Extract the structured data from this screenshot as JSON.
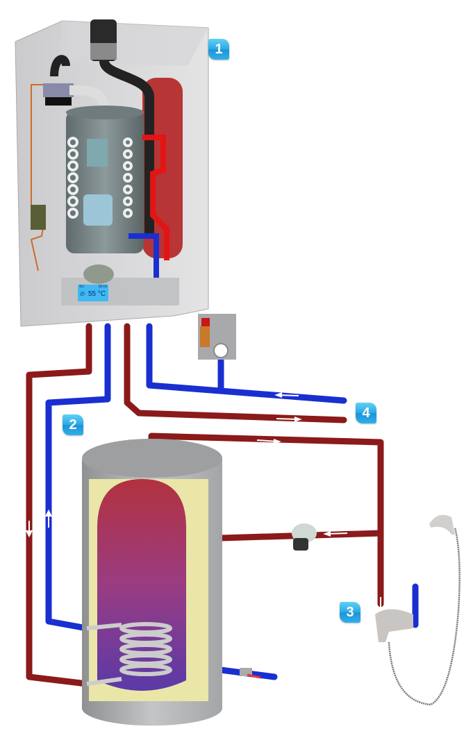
{
  "title": "Gas boiler with indirect hot water cylinder — system diagram",
  "colors": {
    "hot_pipe": "#8b1a1a",
    "cold_pipe": "#1a2fd0",
    "badge": "#2aa8e6",
    "cylinder_shell": "#a9abad",
    "insulation": "#e9e6a8",
    "boiler_case": "#c9c9cb"
  },
  "badges": [
    {
      "number": "1",
      "refers_to": "wall-hung boiler"
    },
    {
      "number": "2",
      "refers_to": "primary heating circuit to cylinder"
    },
    {
      "number": "3",
      "refers_to": "hot water outlet / shower mixer"
    },
    {
      "number": "4",
      "refers_to": "heating flow and return"
    }
  ],
  "boiler_display": {
    "day": "SU",
    "time": "18:10",
    "flame_icon": "flame-icon",
    "temperature": "55 °C"
  },
  "components": [
    "boiler-casing",
    "flue-outlet",
    "heat-exchanger",
    "expansion-vessel",
    "circulation-pump",
    "control-panel",
    "safety-group",
    "hot-water-cylinder",
    "coil-heat-exchanger",
    "recirculation-pump",
    "cold-water-inlet-valve",
    "shower-mixer",
    "shower-head"
  ]
}
